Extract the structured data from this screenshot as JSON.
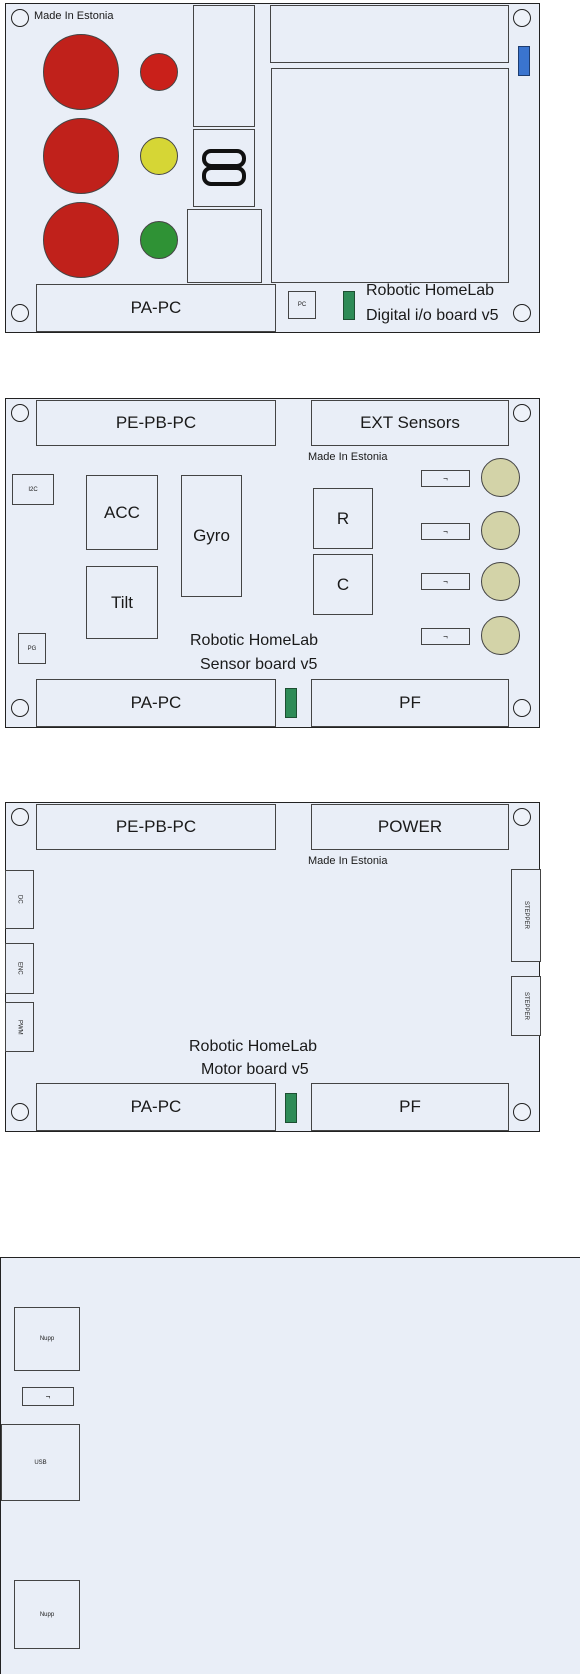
{
  "boards": {
    "digital": {
      "made_in": "Made In Estonia",
      "connector": "PA-PC",
      "pc_label": "PC",
      "title_line1": "Robotic HomeLab",
      "title_line2": "Digital i/o board v5",
      "segment_digit": "8"
    },
    "sensor": {
      "top_left": "PE-PB-PC",
      "top_right": "EXT Sensors",
      "made_in": "Made In Estonia",
      "i2c": "I2C",
      "pg": "PG",
      "acc": "ACC",
      "gyro": "Gyro",
      "tilt": "Tilt",
      "r": "R",
      "c": "C",
      "switch_mark": "¬",
      "title_line1": "Robotic HomeLab",
      "title_line2": "Sensor board v5",
      "bottom_left": "PA-PC",
      "bottom_right": "PF"
    },
    "motor": {
      "top_left": "PE-PB-PC",
      "top_right": "POWER",
      "made_in": "Made In Estonia",
      "dc": "DC",
      "enc": "ENC",
      "pwm": "PWM",
      "stepper1": "STEPPER",
      "stepper2": "STEPPER",
      "title_line1": "Robotic HomeLab",
      "title_line2": "Motor board v5",
      "bottom_left": "PA-PC",
      "bottom_right": "PF"
    },
    "controller": {
      "nupp1": "Nupp",
      "switch_mark": "¬",
      "usb": "USB",
      "nupp2": "Nupp"
    }
  },
  "colors": {
    "board_fill": "#e9eef7",
    "red_led": "#c9201a",
    "yellow_led": "#d6d635",
    "green_led": "#2f9235",
    "status_led": "#2e8b57",
    "blue_led": "#3a74cf",
    "sensor_pad": "#d3d3a8"
  }
}
